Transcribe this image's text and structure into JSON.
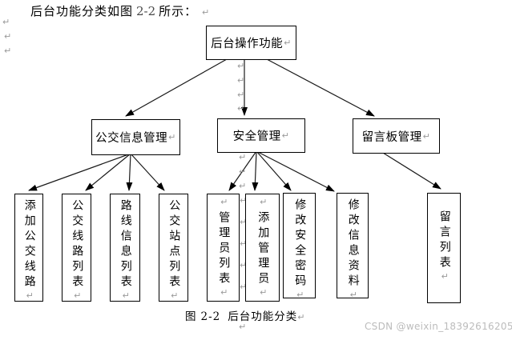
{
  "heading": {
    "prefix": "后台功能分类如图",
    "figure_ref": "2-2",
    "suffix": "所示："
  },
  "marks": {
    "pilcrow": "↵"
  },
  "diagram": {
    "root": {
      "label": "后台操作功能"
    },
    "level2": [
      {
        "label": "公交信息管理"
      },
      {
        "label": "安全管理"
      },
      {
        "label": "留言板管理"
      }
    ],
    "leaves": [
      {
        "label": "添加公交线路",
        "parent": "公交信息管理"
      },
      {
        "label": "公交线路列表",
        "parent": "公交信息管理"
      },
      {
        "label": "路线信息列表",
        "parent": "公交信息管理"
      },
      {
        "label": "公交站点列表",
        "parent": "公交信息管理"
      },
      {
        "label": "管理员列表",
        "parent": "安全管理"
      },
      {
        "label": "添加管理员",
        "parent": "安全管理"
      },
      {
        "label": "修改安全密码",
        "parent": "安全管理"
      },
      {
        "label": "修改信息资料",
        "parent": "安全管理"
      },
      {
        "label": "留言列表",
        "parent": "留言板管理"
      }
    ]
  },
  "caption": {
    "prefix": "图",
    "number": "2-2",
    "text": "后台功能分类"
  },
  "watermark": "CSDN @weixin_18392616205"
}
